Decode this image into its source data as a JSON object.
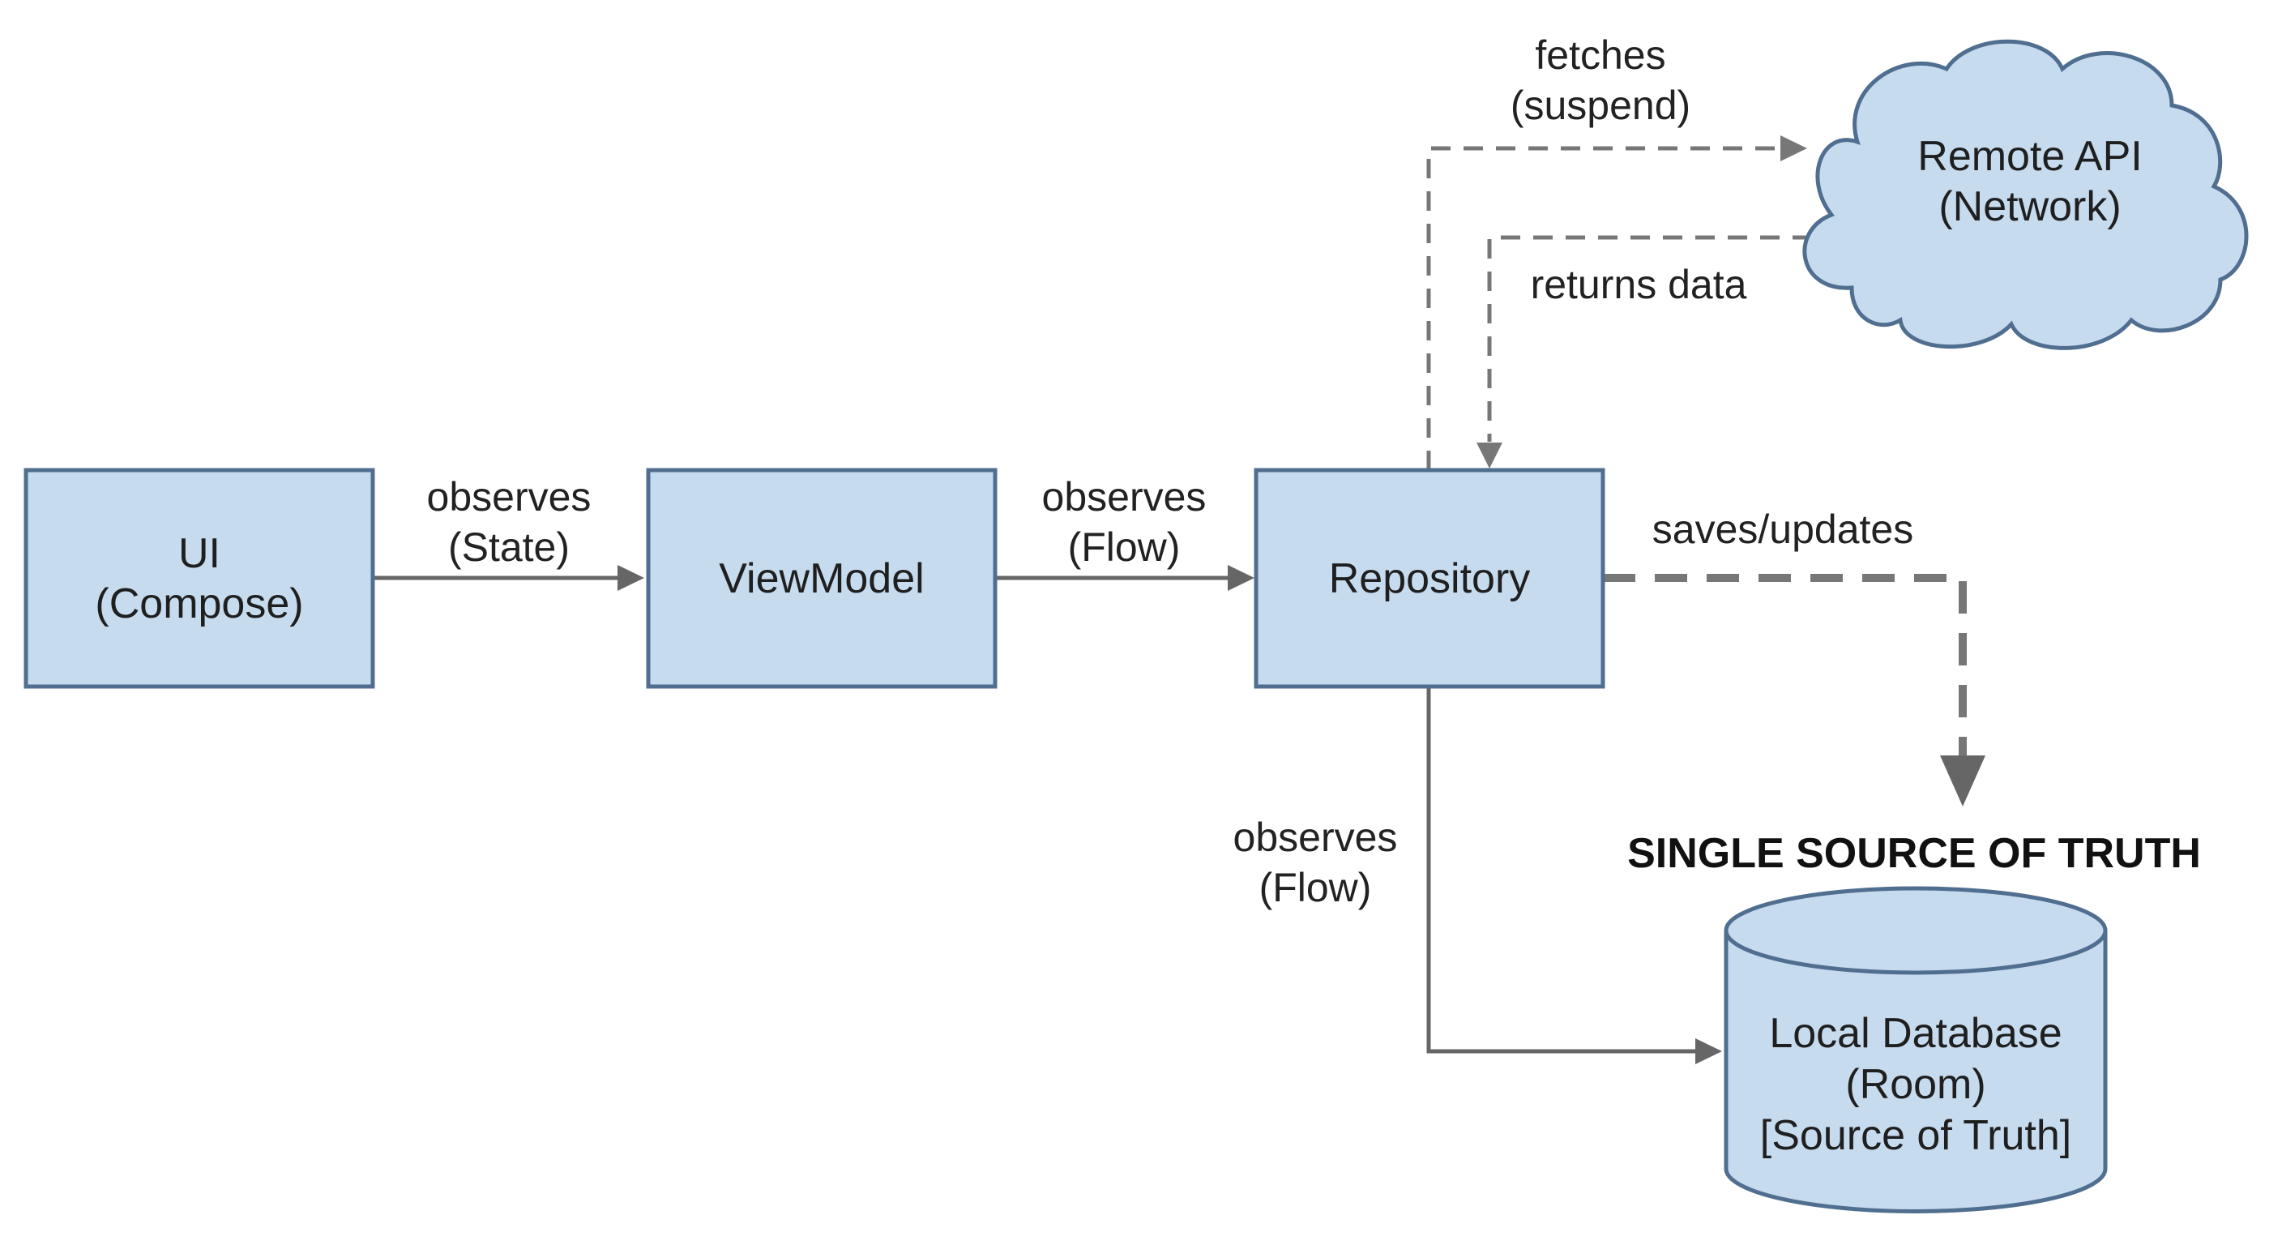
{
  "colors": {
    "node_fill": "#c7dbef",
    "node_stroke": "#506e90",
    "edge": "#666666",
    "text": "#222222"
  },
  "nodes": {
    "ui": {
      "line1": "UI",
      "line2": "(Compose)"
    },
    "viewmodel": {
      "line1": "ViewModel"
    },
    "repository": {
      "line1": "Repository"
    },
    "remote_api": {
      "line1": "Remote API",
      "line2": "(Network)"
    },
    "local_db": {
      "line1": "Local Database",
      "line2": "(Room)",
      "line3": "[Source of Truth]"
    }
  },
  "edges": {
    "ui_viewmodel": {
      "line1": "observes",
      "line2": "(State)"
    },
    "viewmodel_repository": {
      "line1": "observes",
      "line2": "(Flow)"
    },
    "repository_remote": {
      "line1": "fetches",
      "line2": "(suspend)"
    },
    "remote_repository": {
      "line1": "returns data"
    },
    "repository_db_save": {
      "line1": "saves/updates"
    },
    "repository_db_observe": {
      "line1": "observes",
      "line2": "(Flow)"
    }
  },
  "heading": "SINGLE SOURCE OF TRUTH"
}
